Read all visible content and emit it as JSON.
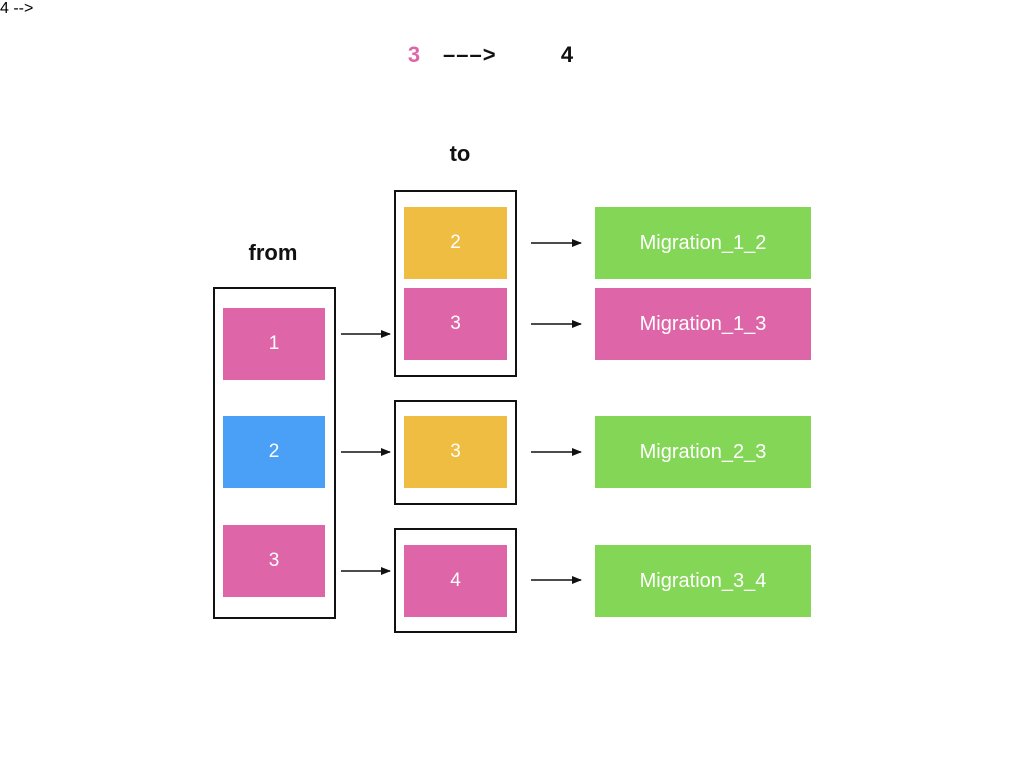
{
  "colors": {
    "pink": "#de66a8",
    "yellow": "#efbd42",
    "blue": "#4a9ff7",
    "green": "#84d657",
    "black": "#111111",
    "white": "#ffffff"
  },
  "header": {
    "from_version": "3",
    "arrow": "–––>",
    "to_version": "4",
    "from_version_color": "#de66a8"
  },
  "from_column": {
    "heading": "from",
    "items": [
      {
        "label": "1",
        "color": "pink"
      },
      {
        "label": "2",
        "color": "blue"
      },
      {
        "label": "3",
        "color": "pink"
      }
    ]
  },
  "to_column": {
    "heading": "to",
    "groups": [
      {
        "items": [
          {
            "label": "2",
            "color": "yellow"
          },
          {
            "label": "3",
            "color": "pink"
          }
        ]
      },
      {
        "items": [
          {
            "label": "3",
            "color": "yellow"
          }
        ]
      },
      {
        "items": [
          {
            "label": "4",
            "color": "pink"
          }
        ]
      }
    ]
  },
  "migrations": [
    {
      "label": "Migration_1_2",
      "color": "green"
    },
    {
      "label": "Migration_1_3",
      "color": "pink"
    },
    {
      "label": "Migration_2_3",
      "color": "green"
    },
    {
      "label": "Migration_3_4",
      "color": "green"
    }
  ]
}
